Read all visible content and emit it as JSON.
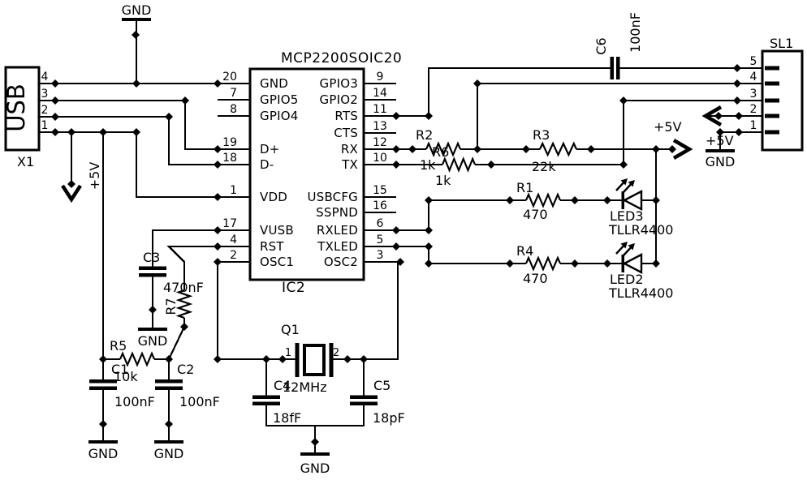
{
  "usb": {
    "label": "USB",
    "ref": "X1",
    "pins": [
      "4",
      "3",
      "2",
      "1"
    ]
  },
  "ic": {
    "title": "MCP2200SOIC20",
    "ref": "IC2",
    "left_pins": [
      {
        "num": "20",
        "name": "GND"
      },
      {
        "num": "7",
        "name": "GPIO5"
      },
      {
        "num": "8",
        "name": "GPIO4"
      },
      {
        "num": "19",
        "name": "D+"
      },
      {
        "num": "18",
        "name": "D-"
      },
      {
        "num": "1",
        "name": "VDD"
      },
      {
        "num": "17",
        "name": "VUSB"
      },
      {
        "num": "4",
        "name": "RST"
      },
      {
        "num": "2",
        "name": "OSC1"
      }
    ],
    "right_pins": [
      {
        "num": "9",
        "name": "GPIO3"
      },
      {
        "num": "14",
        "name": "GPIO2"
      },
      {
        "num": "11",
        "name": "RTS"
      },
      {
        "num": "13",
        "name": "CTS"
      },
      {
        "num": "12",
        "name": "RX"
      },
      {
        "num": "10",
        "name": "TX"
      },
      {
        "num": "15",
        "name": "USBCFG"
      },
      {
        "num": "16",
        "name": "SSPND"
      },
      {
        "num": "6",
        "name": "RXLED"
      },
      {
        "num": "5",
        "name": "TXLED"
      },
      {
        "num": "3",
        "name": "OSC2"
      }
    ]
  },
  "sl1": {
    "ref": "SL1",
    "pins": [
      "5",
      "4",
      "3",
      "2",
      "1"
    ]
  },
  "resistors": [
    {
      "ref": "R1",
      "value": "470"
    },
    {
      "ref": "R2",
      "value": "1k"
    },
    {
      "ref": "R3",
      "value": "22k"
    },
    {
      "ref": "R4",
      "value": "470"
    },
    {
      "ref": "R5",
      "value": "10k"
    },
    {
      "ref": "R6",
      "value": "1k"
    },
    {
      "ref": "R7",
      "value": ""
    }
  ],
  "capacitors": [
    {
      "ref": "C1",
      "value": "100nF"
    },
    {
      "ref": "C2",
      "value": "100nF"
    },
    {
      "ref": "C3",
      "value": "470nF"
    },
    {
      "ref": "C4",
      "value": "18fF"
    },
    {
      "ref": "C5",
      "value": "18pF"
    },
    {
      "ref": "C6",
      "value": "100nF"
    }
  ],
  "leds": [
    {
      "ref": "LED3",
      "part": "TLLR4400"
    },
    {
      "ref": "LED2",
      "part": "TLLR4400"
    }
  ],
  "crystal": {
    "ref": "Q1",
    "value": "12MHz",
    "pin1": "1",
    "pin2": "2"
  },
  "power": {
    "plus5v": "+5V",
    "gnd": "GND"
  }
}
